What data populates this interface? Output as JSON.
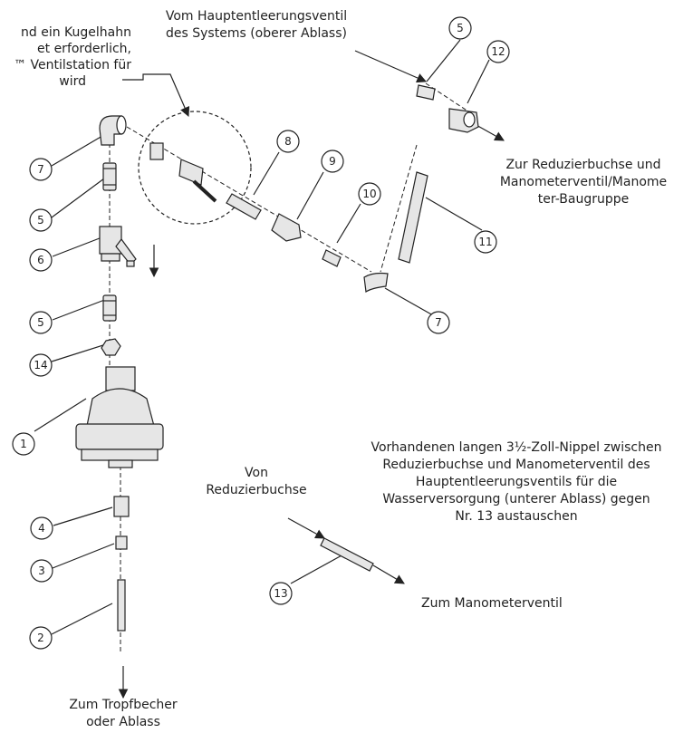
{
  "notes": {
    "top_left": [
      "nd ein Kugelhahn",
      "et erforderlich,",
      "™ Ventilstation für",
      "wird"
    ],
    "top_center": [
      "Vom Hauptentleerungsventil",
      "des Systems (oberer Ablass)"
    ],
    "right_top": [
      "Zur Reduzierbuchse und",
      "Manometerventil/Manome",
      "ter-Baugruppe"
    ],
    "right_mid": [
      "Vorhandenen langen 3½-Zoll-Nippel zwischen",
      "Reduzierbuchse und Manometerventil des",
      "Hauptentleerungsventils für die",
      "Wasserversorgung (unterer Ablass) gegen",
      "Nr. 13 austauschen"
    ],
    "from_bushing": [
      "Von",
      "Reduzierbuchse"
    ],
    "to_gauge": [
      "Zum Manometerventil"
    ],
    "bottom": [
      "Zum Tropfbecher",
      "oder Ablass"
    ]
  },
  "callouts": {
    "c5a": "5",
    "c12": "12",
    "c8": "8",
    "c9": "9",
    "c10": "10",
    "c7a": "7",
    "c5b": "5",
    "c6": "6",
    "c11": "11",
    "c7b": "7",
    "c5c": "5",
    "c14": "14",
    "c1": "1",
    "c4": "4",
    "c3": "3",
    "c2": "2",
    "c13": "13"
  },
  "colors": {
    "line": "#222222",
    "part_fill": "#e6e6e6",
    "part_dark": "#9a9a9a"
  }
}
